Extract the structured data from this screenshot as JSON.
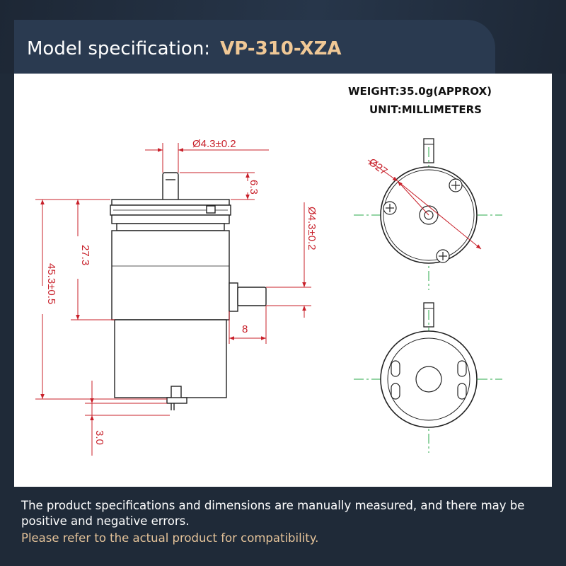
{
  "header": {
    "label": "Model specification:",
    "model": "VP-310-XZA"
  },
  "specs": {
    "weight": "WEIGHT:35.0g(APPROX)",
    "unit": "UNIT:MILLIMETERS"
  },
  "dimensions": {
    "shaft_diameter": "Ø4.3±0.2",
    "shaft_height": "6.3",
    "body_height": "27.3",
    "total_height": "45.3±0.5",
    "side_tube_length": "8",
    "side_tube_diameter": "Ø4.3±0.2",
    "base_pin": "3.0",
    "outer_diameter": "Ø27"
  },
  "footer": {
    "line1": "The product specifications and dimensions are manually measured, and there may be positive and negative errors.",
    "line2": "Please refer to the actual product for compatibility."
  },
  "colors": {
    "dimension": "#c8202a",
    "centerline": "#2aa84a",
    "outline": "#222222",
    "accent": "#f0c896"
  }
}
